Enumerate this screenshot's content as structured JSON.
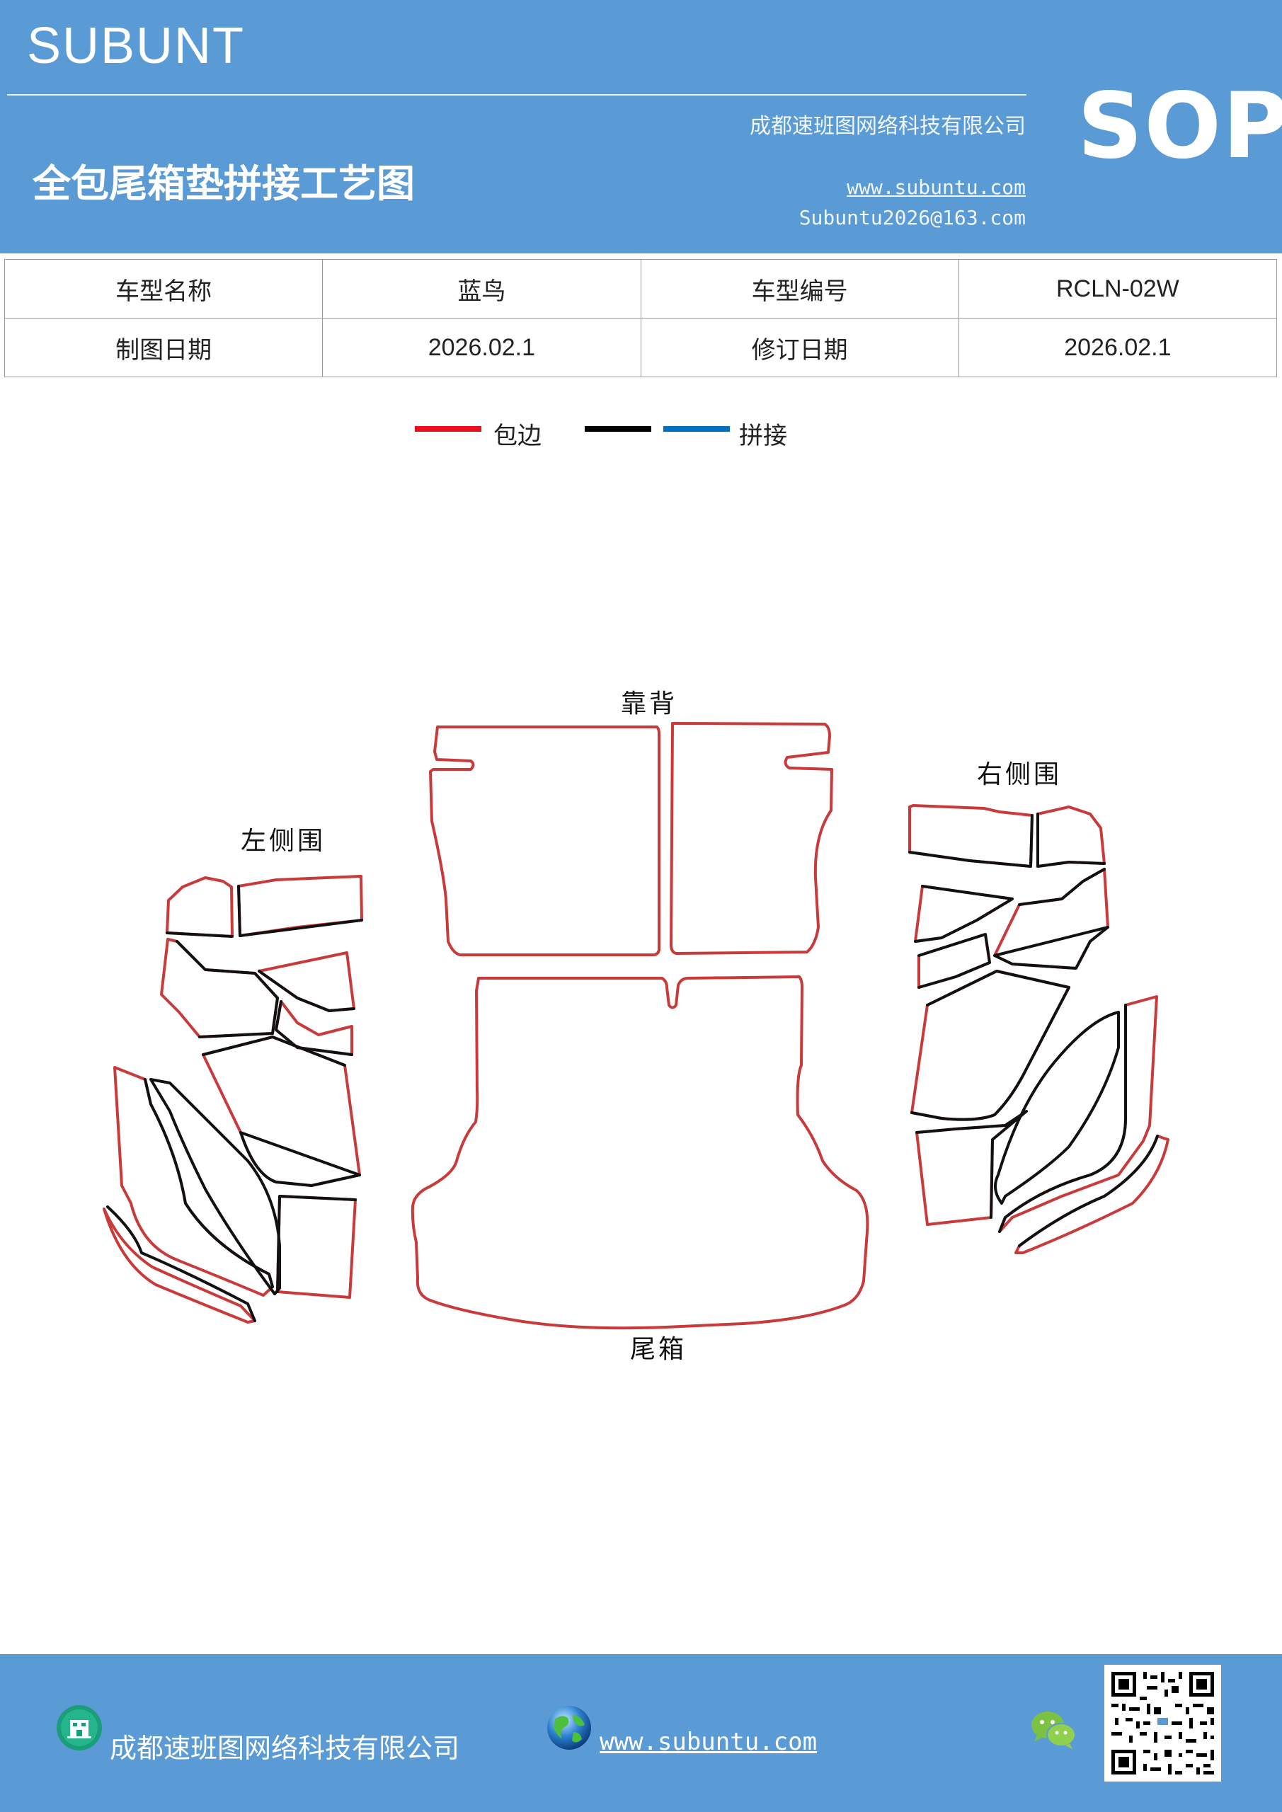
{
  "header": {
    "brand": "SUBUNT",
    "company": "成都速班图网络科技有限公司",
    "title": "全包尾箱垫拼接工艺图",
    "website": "www.subuntu.com",
    "email": "Subuntu2026@163.com",
    "badge": "SOP",
    "color": "#5b9bd5"
  },
  "info_table": [
    [
      "车型名称",
      "蓝鸟",
      "车型编号",
      "RCLN-02W"
    ],
    [
      "制图日期",
      "2026.02.1",
      "修订日期",
      "2026.02.1"
    ]
  ],
  "legend": {
    "items": [
      {
        "label": "包边",
        "color": "#e8111a"
      },
      {
        "label": "",
        "color": "#000000"
      },
      {
        "label": "拼接",
        "color": "#0070c0"
      }
    ]
  },
  "diagram": {
    "labels": {
      "backrest": "靠背",
      "right_side": "右侧围",
      "left_side": "左侧围",
      "trunk": "尾箱"
    },
    "edge_color": "#cc3333",
    "seam_color": "#111111"
  },
  "footer": {
    "company": "成都速班图网络科技有限公司",
    "website": "www.subuntu.com",
    "building_icon": "building-icon",
    "globe_icon": "globe-icon",
    "wechat_icon": "wechat-icon"
  }
}
